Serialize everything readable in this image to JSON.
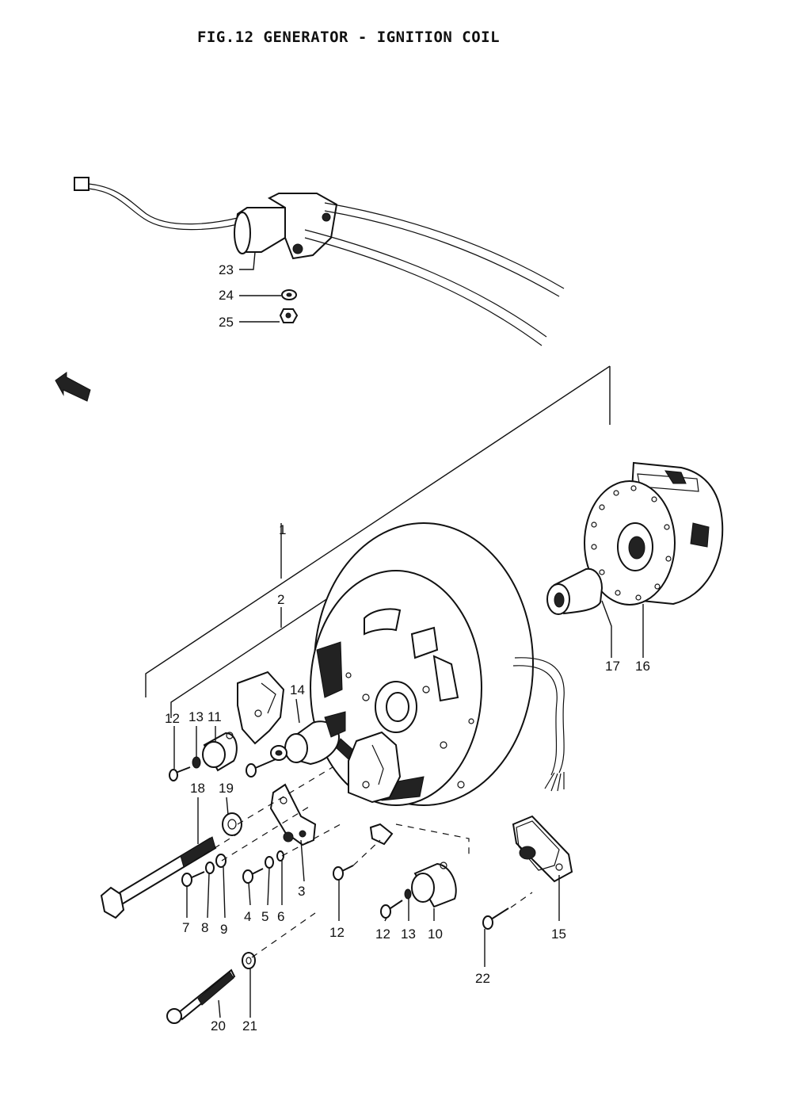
{
  "title": "FIG.12  GENERATOR - IGNITION COIL",
  "callouts": {
    "c1": "1",
    "c2": "2",
    "c3": "3",
    "c4": "4",
    "c5": "5",
    "c6": "6",
    "c7": "7",
    "c8": "8",
    "c9": "9",
    "c10": "10",
    "c11": "11",
    "c12a": "12",
    "c12b": "12",
    "c12c": "12",
    "c13a": "13",
    "c13b": "13",
    "c14": "14",
    "c15": "15",
    "c16": "16",
    "c17": "17",
    "c18": "18",
    "c19": "19",
    "c20": "20",
    "c21": "21",
    "c22": "22",
    "c23": "23",
    "c24": "24",
    "c25": "25"
  }
}
